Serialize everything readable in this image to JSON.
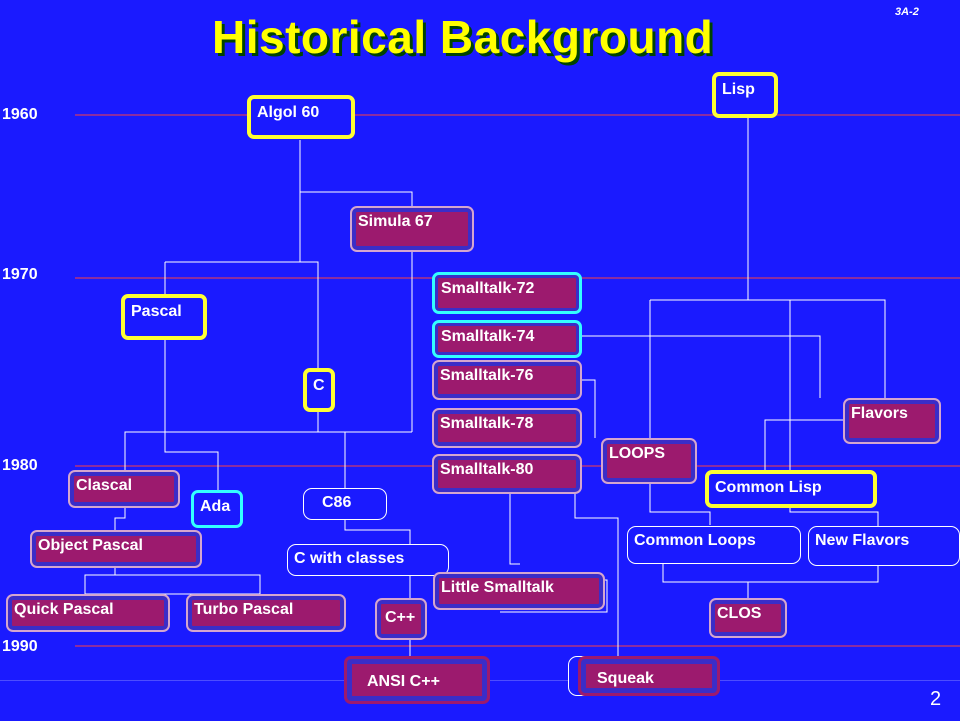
{
  "title": "Historical Background",
  "slide_id": "3A-2",
  "page_number": "2",
  "years": [
    "1960",
    "1970",
    "1980",
    "1990"
  ],
  "nodes": {
    "lisp": "Lisp",
    "algol60": "Algol 60",
    "simula67": "Simula 67",
    "pascal": "Pascal",
    "c": "C",
    "st72": "Smalltalk-72",
    "st74": "Smalltalk-74",
    "st76": "Smalltalk-76",
    "st78": "Smalltalk-78",
    "st80": "Smalltalk-80",
    "flavors": "Flavors",
    "loops": "LOOPS",
    "common_lisp": "Common Lisp",
    "clascal": "Clascal",
    "ada": "Ada",
    "c86": "C86",
    "object_pascal": "Object Pascal",
    "c_with_classes": "C with classes",
    "common_loops": "Common Loops",
    "new_flavors": "New Flavors",
    "little_smalltalk": "Little Smalltalk",
    "quick_pascal": "Quick Pascal",
    "turbo_pascal": "Turbo Pascal",
    "cpp": "C++",
    "clos": "CLOS",
    "ansi_cpp": "ANSI C++",
    "squeak": "Squeak"
  },
  "colors": {
    "background": "#1a1aff",
    "title": "#ffff00",
    "node_fill": "#9c1a6e",
    "year_line": "#ff3333",
    "highlight_yellow": "#ffff33",
    "highlight_cyan": "#33ffff"
  }
}
